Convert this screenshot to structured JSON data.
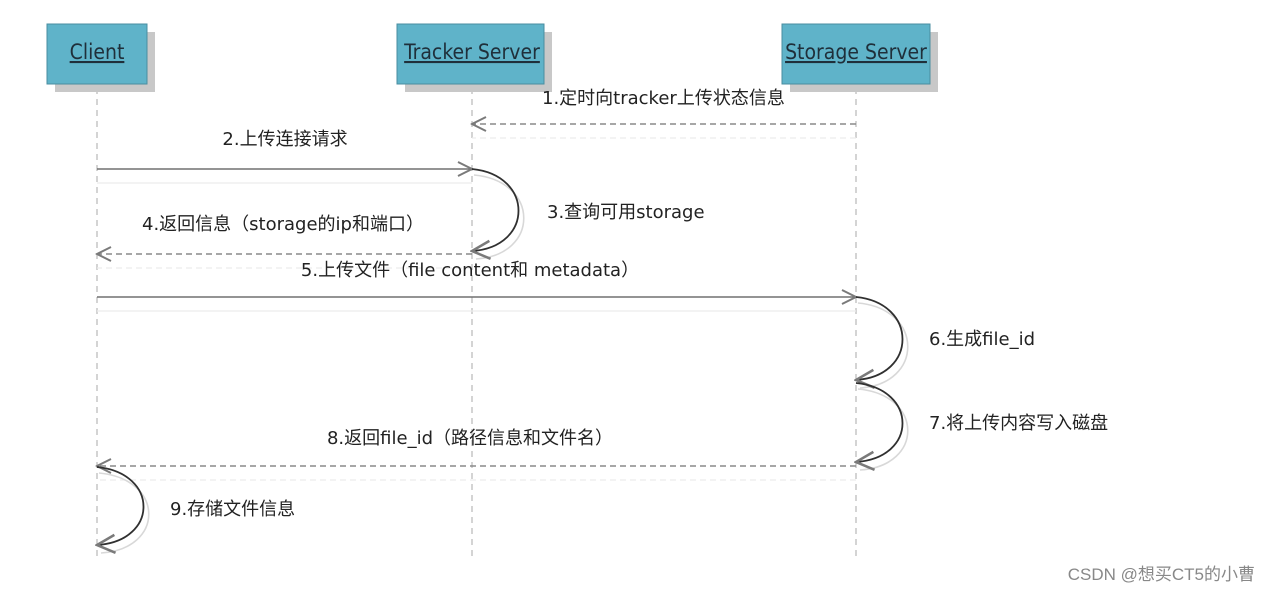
{
  "actors": [
    {
      "id": "client",
      "label": "Client"
    },
    {
      "id": "tracker",
      "label": "Tracker Server"
    },
    {
      "id": "storage",
      "label": "Storage Server"
    }
  ],
  "messages": [
    {
      "id": "m1",
      "label": "1.定时向tracker上传状态信息",
      "kind": "return",
      "from": "storage",
      "to": "tracker"
    },
    {
      "id": "m2",
      "label": "2.上传连接请求",
      "kind": "call",
      "from": "client",
      "to": "tracker"
    },
    {
      "id": "m3",
      "label": "3.查询可用storage",
      "kind": "self",
      "on": "tracker"
    },
    {
      "id": "m4",
      "label": "4.返回信息（storage的ip和端口）",
      "kind": "return",
      "from": "tracker",
      "to": "client"
    },
    {
      "id": "m5",
      "label": "5.上传文件（file content和 metadata）",
      "kind": "call",
      "from": "client",
      "to": "storage"
    },
    {
      "id": "m6",
      "label": "6.生成file_id",
      "kind": "self",
      "on": "storage"
    },
    {
      "id": "m7",
      "label": "7.将上传内容写入磁盘",
      "kind": "self",
      "on": "storage"
    },
    {
      "id": "m8",
      "label": "8.返回file_id（路径信息和文件名）",
      "kind": "return",
      "from": "storage",
      "to": "client"
    },
    {
      "id": "m9",
      "label": "9.存储文件信息",
      "kind": "self",
      "on": "client"
    }
  ],
  "watermark": "CSDN @想买CT5的小曹",
  "colors": {
    "actor_fill": "#5fb3c9",
    "actor_border": "#4a8ea0",
    "actor_shadow": "#c8c8c8",
    "lifeline": "#bdbdbd",
    "solid_arrow": "#707070",
    "dashed_arrow": "#8a8a8a"
  }
}
